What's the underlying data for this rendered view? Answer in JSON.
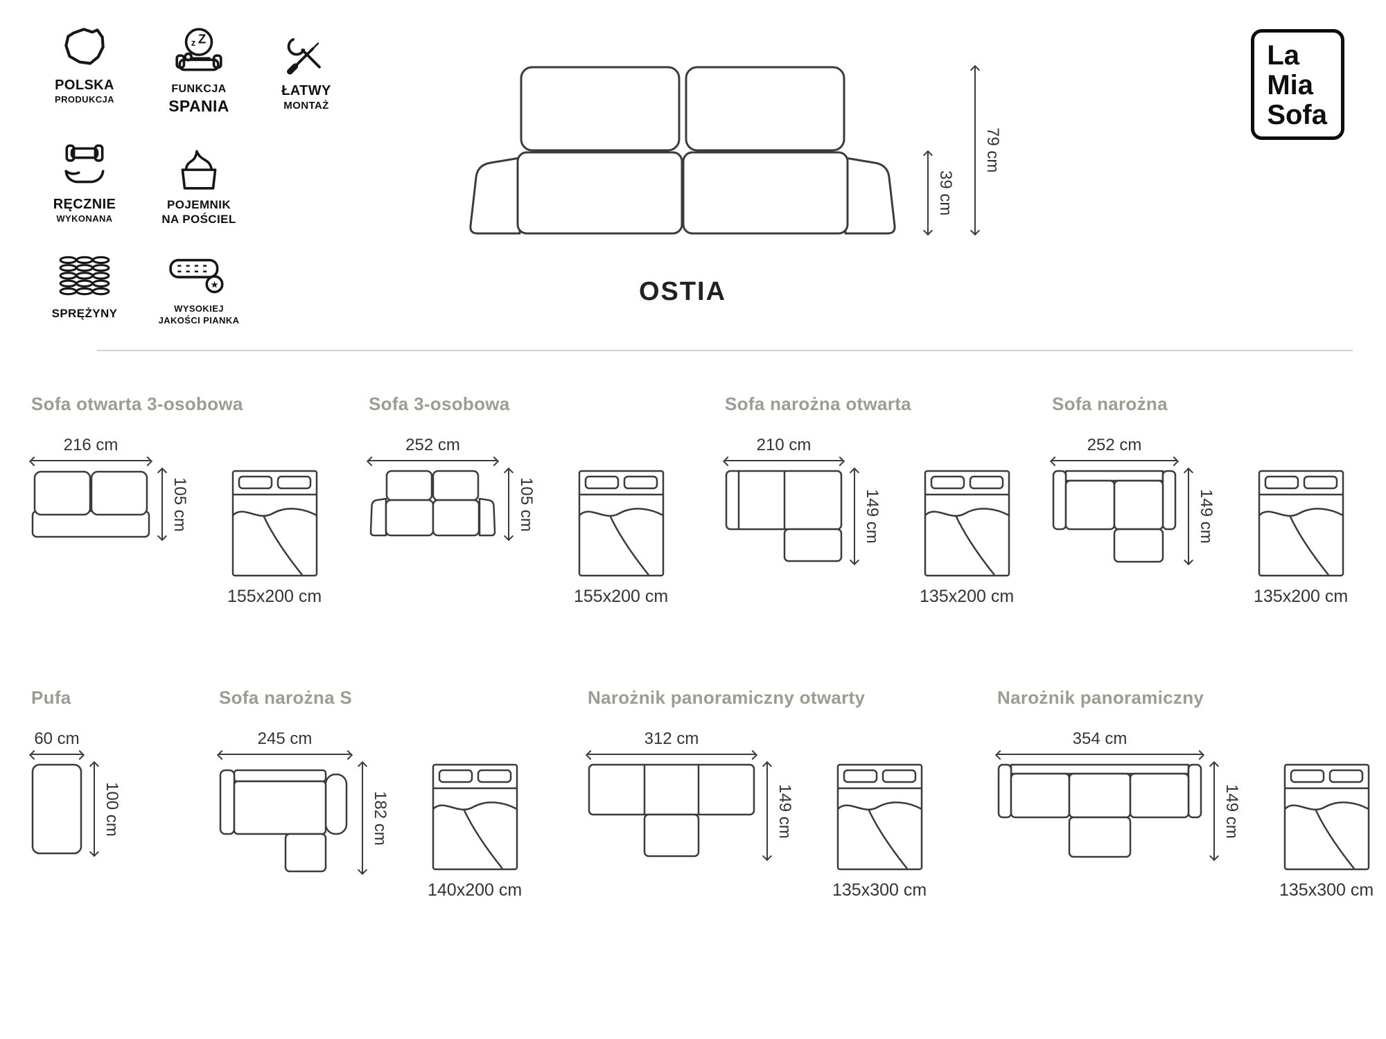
{
  "brand": {
    "logo_lines": [
      "La",
      "Mia",
      "Sofa"
    ]
  },
  "header": {
    "product_name": "OSTIA",
    "hero_dims": {
      "total_height": "79 cm",
      "seat_height": "39 cm"
    }
  },
  "features": [
    {
      "icon": "poland-map-icon",
      "lines": [
        "POLSKA",
        "PRODUKCJA"
      ]
    },
    {
      "icon": "sleep-function-icon",
      "lines": [
        "FUNKCJA",
        "SPANIA"
      ]
    },
    {
      "icon": "easy-assembly-icon",
      "lines": [
        "ŁATWY",
        "MONTAŻ"
      ]
    },
    {
      "icon": "handmade-icon",
      "lines": [
        "RĘCZNIE",
        "WYKONANA"
      ]
    },
    {
      "icon": "bedding-storage-icon",
      "lines": [
        "POJEMNIK",
        "NA POŚCIEL"
      ]
    },
    {
      "icon": "springs-icon",
      "lines": [
        "SPRĘŻYNY",
        ""
      ]
    },
    {
      "icon": "foam-quality-icon",
      "lines": [
        "WYSOKIEJ",
        "JAKOŚCI PIANKA"
      ]
    }
  ],
  "variants": [
    {
      "title": "Sofa otwarta 3-osobowa",
      "width": "216 cm",
      "depth": "105 cm",
      "bed_size": "155x200 cm"
    },
    {
      "title": "Sofa 3-osobowa",
      "width": "252 cm",
      "depth": "105 cm",
      "bed_size": "155x200 cm"
    },
    {
      "title": "Sofa narożna otwarta",
      "width": "210 cm",
      "depth": "149 cm",
      "bed_size": "135x200 cm"
    },
    {
      "title": "Sofa narożna",
      "width": "252 cm",
      "depth": "149 cm",
      "bed_size": "135x200 cm"
    },
    {
      "title": "Pufa",
      "width": "60 cm",
      "depth": "100 cm",
      "bed_size": ""
    },
    {
      "title": "Sofa narożna S",
      "width": "245 cm",
      "depth": "182 cm",
      "bed_size": "140x200 cm"
    },
    {
      "title": "Narożnik panoramiczny otwarty",
      "width": "312 cm",
      "depth": "149 cm",
      "bed_size": "135x300 cm"
    },
    {
      "title": "Narożnik panoramiczny",
      "width": "354 cm",
      "depth": "149 cm",
      "bed_size": "135x300 cm"
    }
  ]
}
